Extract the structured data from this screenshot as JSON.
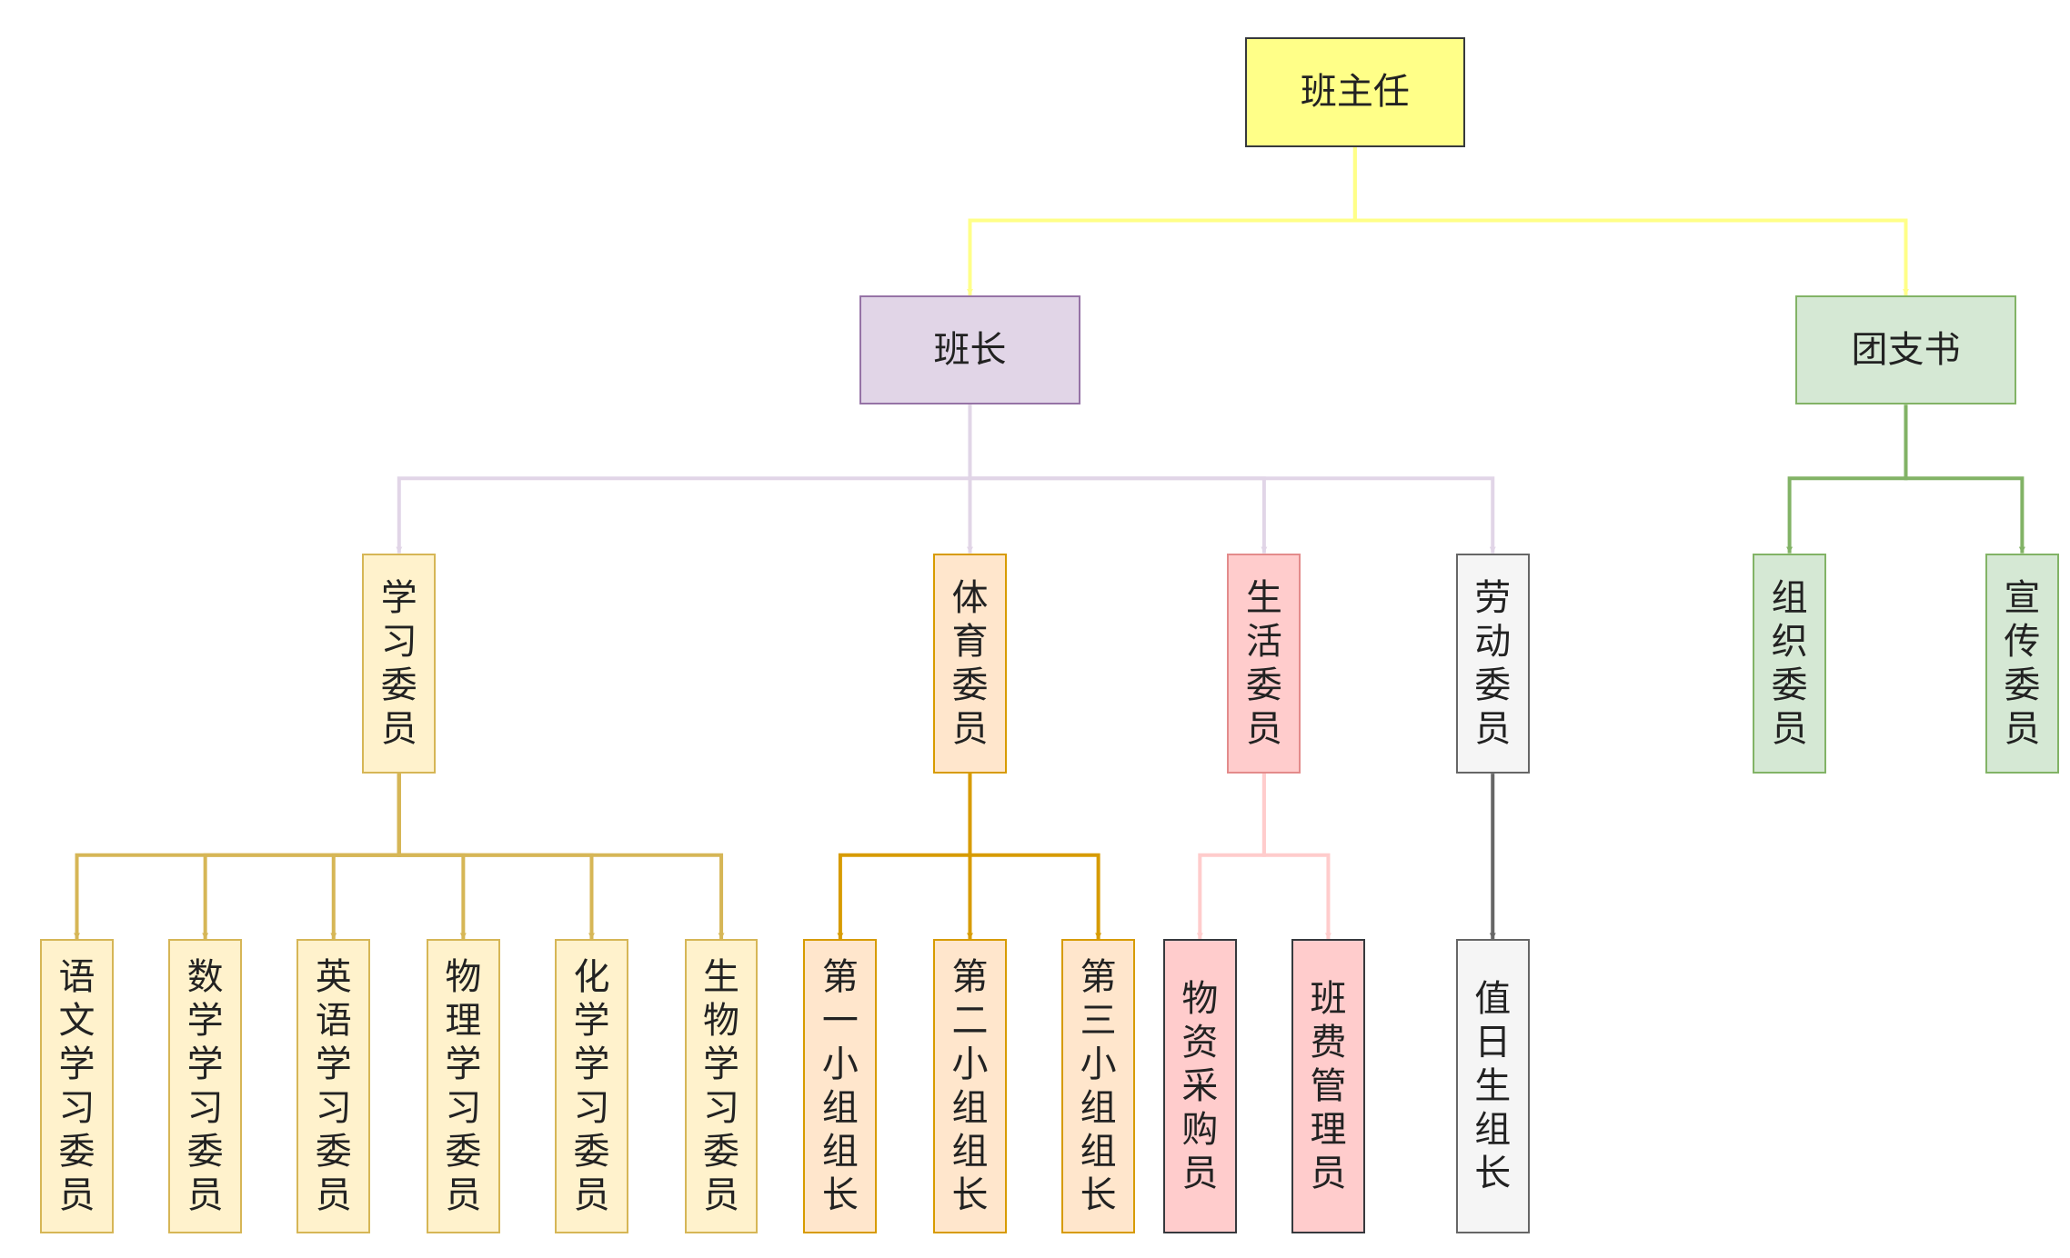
{
  "colors": {
    "yellow": {
      "fill": "#ffff88",
      "stroke": "#36393d"
    },
    "purple": {
      "fill": "#e1d5e7",
      "stroke": "#9673a6"
    },
    "green": {
      "fill": "#d5e8d4",
      "stroke": "#82b366"
    },
    "lightyellow": {
      "fill": "#fff2cc",
      "stroke": "#d6b656"
    },
    "orange": {
      "fill": "#ffe6cc",
      "stroke": "#d79b00"
    },
    "pink": {
      "fill": "#ffcccc",
      "stroke": "#36393d"
    },
    "pinkEdge": {
      "fill": "#ffcccc",
      "stroke": "#e38b8b"
    },
    "gray": {
      "fill": "#f5f5f5",
      "stroke": "#666666"
    }
  },
  "nodes": [
    {
      "id": "head-teacher",
      "label": "班主任",
      "color": "yellow",
      "orientation": "horizontal"
    },
    {
      "id": "monitor",
      "label": "班长",
      "color": "purple",
      "orientation": "horizontal"
    },
    {
      "id": "league-secretary",
      "label": "团支书",
      "color": "green",
      "orientation": "horizontal"
    },
    {
      "id": "study-committee",
      "label": "学习委员",
      "color": "lightyellow",
      "orientation": "vertical"
    },
    {
      "id": "sports-committee",
      "label": "体育委员",
      "color": "orange",
      "orientation": "vertical"
    },
    {
      "id": "life-committee",
      "label": "生活委员",
      "color": "pinkEdge",
      "orientation": "vertical"
    },
    {
      "id": "labor-committee",
      "label": "劳动委员",
      "color": "gray",
      "orientation": "vertical"
    },
    {
      "id": "organization-committee",
      "label": "组织委员",
      "color": "green",
      "orientation": "vertical"
    },
    {
      "id": "publicity-committee",
      "label": "宣传委员",
      "color": "green",
      "orientation": "vertical"
    },
    {
      "id": "chinese-rep",
      "label": "语文学习委员",
      "color": "lightyellow",
      "orientation": "vertical"
    },
    {
      "id": "math-rep",
      "label": "数学学习委员",
      "color": "lightyellow",
      "orientation": "vertical"
    },
    {
      "id": "english-rep",
      "label": "英语学习委员",
      "color": "lightyellow",
      "orientation": "vertical"
    },
    {
      "id": "physics-rep",
      "label": "物理学习委员",
      "color": "lightyellow",
      "orientation": "vertical"
    },
    {
      "id": "chemistry-rep",
      "label": "化学学习委员",
      "color": "lightyellow",
      "orientation": "vertical"
    },
    {
      "id": "biology-rep",
      "label": "生物学习委员",
      "color": "lightyellow",
      "orientation": "vertical"
    },
    {
      "id": "group1-leader",
      "label": "第一小组组长",
      "color": "orange",
      "orientation": "vertical"
    },
    {
      "id": "group2-leader",
      "label": "第二小组组长",
      "color": "orange",
      "orientation": "vertical"
    },
    {
      "id": "group3-leader",
      "label": "第三小组组长",
      "color": "orange",
      "orientation": "vertical"
    },
    {
      "id": "supplies-buyer",
      "label": "物资采购员",
      "color": "pink",
      "orientation": "vertical"
    },
    {
      "id": "fund-manager",
      "label": "班费管理员",
      "color": "pink",
      "orientation": "vertical"
    },
    {
      "id": "duty-leader",
      "label": "值日生组长",
      "color": "gray",
      "orientation": "vertical"
    }
  ],
  "edges": [
    {
      "from": "head-teacher",
      "to": "monitor",
      "color": "#ffff88"
    },
    {
      "from": "head-teacher",
      "to": "league-secretary",
      "color": "#ffff88"
    },
    {
      "from": "monitor",
      "to": "study-committee",
      "color": "#e1d5e7"
    },
    {
      "from": "monitor",
      "to": "sports-committee",
      "color": "#e1d5e7"
    },
    {
      "from": "monitor",
      "to": "life-committee",
      "color": "#e1d5e7"
    },
    {
      "from": "monitor",
      "to": "labor-committee",
      "color": "#e1d5e7"
    },
    {
      "from": "league-secretary",
      "to": "organization-committee",
      "color": "#82b366"
    },
    {
      "from": "league-secretary",
      "to": "publicity-committee",
      "color": "#82b366"
    },
    {
      "from": "study-committee",
      "to": "chinese-rep",
      "color": "#d6b656"
    },
    {
      "from": "study-committee",
      "to": "math-rep",
      "color": "#d6b656"
    },
    {
      "from": "study-committee",
      "to": "english-rep",
      "color": "#d6b656"
    },
    {
      "from": "study-committee",
      "to": "physics-rep",
      "color": "#d6b656"
    },
    {
      "from": "study-committee",
      "to": "chemistry-rep",
      "color": "#d6b656"
    },
    {
      "from": "study-committee",
      "to": "biology-rep",
      "color": "#d6b656"
    },
    {
      "from": "sports-committee",
      "to": "group1-leader",
      "color": "#d79b00"
    },
    {
      "from": "sports-committee",
      "to": "group2-leader",
      "color": "#d79b00"
    },
    {
      "from": "sports-committee",
      "to": "group3-leader",
      "color": "#d79b00"
    },
    {
      "from": "life-committee",
      "to": "supplies-buyer",
      "color": "#ffcccc"
    },
    {
      "from": "life-committee",
      "to": "fund-manager",
      "color": "#ffcccc"
    },
    {
      "from": "labor-committee",
      "to": "duty-leader",
      "color": "#666666"
    }
  ]
}
